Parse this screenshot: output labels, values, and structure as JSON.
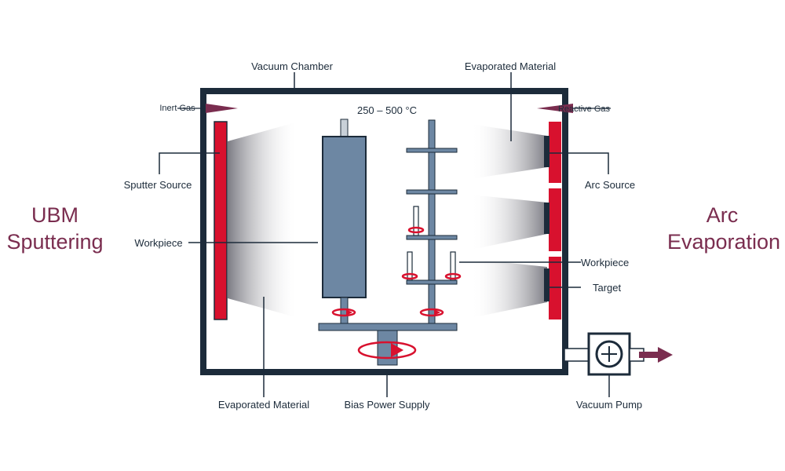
{
  "left_title": {
    "line1": "UBM",
    "line2": "Sputtering"
  },
  "right_title": {
    "line1": "Arc",
    "line2": "Evaporation"
  },
  "labels": {
    "vacuum_chamber": "Vacuum Chamber",
    "evaporated_material_top": "Evaporated Material",
    "inert_gas": "Inert Gas",
    "reactive_gas": "Reactive Gas",
    "temperature": "250 – 500 °C",
    "sputter_source": "Sputter Source",
    "workpiece_left": "Workpiece",
    "arc_source": "Arc Source",
    "workpiece_right": "Workpiece",
    "target": "Target",
    "evaporated_material_bottom": "Evaporated Material",
    "bias_power_supply": "Bias Power Supply",
    "vacuum_pump": "Vacuum Pump"
  },
  "colors": {
    "chamber": "#1c2b3a",
    "source_red": "#d8112e",
    "workpiece_blue": "#6d87a3",
    "accent_maroon": "#7a2d4f",
    "arrow_maroon": "#7a2d4f"
  },
  "icons": {
    "rotation": "rotation-arrow-icon",
    "pump": "pump-icon"
  }
}
